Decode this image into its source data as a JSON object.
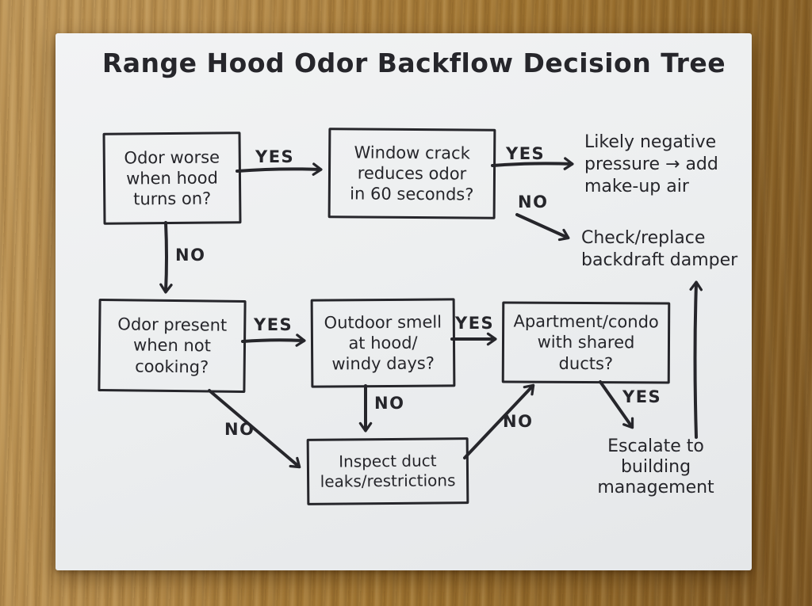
{
  "title": "Range Hood Odor Backflow Decision Tree",
  "nodes": {
    "odor_worse": {
      "label": "Odor worse\nwhen hood\nturns on?"
    },
    "window_crack": {
      "label": "Window crack\nreduces odor\nin 60 seconds?"
    },
    "odor_present": {
      "label": "Odor present\nwhen not\ncooking?"
    },
    "outdoor_smell": {
      "label": "Outdoor smell\nat hood/\nwindy days?"
    },
    "apartment_condo": {
      "label": "Apartment/condo\nwith shared\nducts?"
    },
    "inspect_duct": {
      "label": "Inspect duct\nleaks/restrictions"
    }
  },
  "outcomes": {
    "negative_pressure": {
      "label": "Likely negative\npressure → add\nmake-up air"
    },
    "damper": {
      "label": "Check/replace\nbackdraft damper"
    },
    "escalate": {
      "label": "Escalate to\nbuilding\nmanagement"
    }
  },
  "edge_labels": {
    "q1_yes": "YES",
    "q1_no": "NO",
    "q2_yes": "YES",
    "q2_no": "NO",
    "q3_yes": "YES",
    "q3_no": "NO",
    "q4_yes": "YES",
    "q4_no": "NO",
    "q5_yes": "YES",
    "inspect_no": "NO"
  },
  "colors": {
    "ink": "#26262b",
    "paper": "#edeff0",
    "wood": "#a87d3c"
  }
}
